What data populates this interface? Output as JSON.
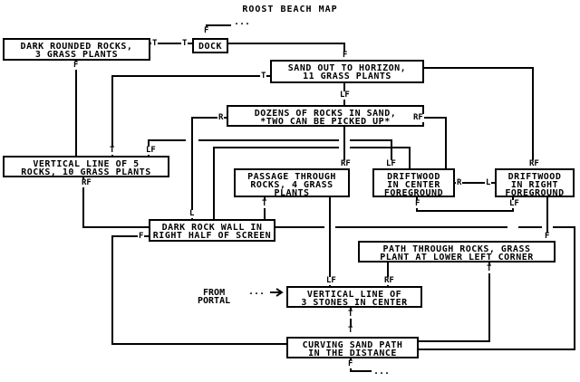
{
  "title": "ROOST BEACH MAP",
  "nodes": {
    "dark_rounded": "DARK ROUNDED ROCKS,\n3 GRASS PLANTS",
    "dock": "DOCK",
    "sand_horizon": "SAND OUT TO HORIZON,\n11 GRASS PLANTS",
    "dozens_rocks": "DOZENS OF ROCKS IN SAND,\n*TWO CAN BE PICKED UP*",
    "vertical_five": "VERTICAL LINE OF 5\nROCKS, 10 GRASS PLANTS",
    "passage": "PASSAGE THROUGH\nROCKS, 4 GRASS\nPLANTS",
    "driftwood_center": "DRIFTWOOD\nIN CENTER\nFOREGROUND",
    "driftwood_right": "DRIFTWOOD\nIN RIGHT\nFOREGROUND",
    "dark_wall": "DARK ROCK WALL IN\nRIGHT HALF OF SCREEN",
    "path_rocks": "PATH THROUGH ROCKS, GRASS\nPLANT AT LOWER LEFT CORNER",
    "vertical_three": "VERTICAL LINE OF\n3 STONES IN CENTER",
    "curving": "CURVING SAND PATH\nIN THE DISTANCE"
  },
  "from_portal": "FROM\nPORTAL",
  "ellipsis": "...",
  "edge_labels": {
    "T": "T",
    "F": "F",
    "L": "L",
    "R": "R",
    "LF": "LF",
    "RF": "RF"
  },
  "edges": [
    {
      "from": "dark_rounded",
      "to": "dock",
      "labels": [
        "T",
        "T"
      ]
    },
    {
      "from": "dock",
      "to": "offscreen",
      "labels": [
        "F"
      ]
    },
    {
      "from": "dock",
      "to": "sand_horizon",
      "labels": [
        "F"
      ]
    },
    {
      "from": "dark_rounded",
      "to": "vertical_five",
      "labels": [
        "F"
      ]
    },
    {
      "from": "sand_horizon",
      "to": "vertical_five",
      "labels": [
        "T",
        "T"
      ]
    },
    {
      "from": "sand_horizon",
      "to": "dozens_rocks",
      "labels": [
        "LF"
      ]
    },
    {
      "from": "sand_horizon",
      "to": "driftwood_right",
      "labels": [
        "RF"
      ]
    },
    {
      "from": "dozens_rocks",
      "to": "dark_wall",
      "labels": [
        "R",
        "L"
      ]
    },
    {
      "from": "dozens_rocks",
      "to": "passage",
      "labels": [
        "RF"
      ]
    },
    {
      "from": "dozens_rocks",
      "to": "driftwood_center",
      "labels": [
        "RF"
      ]
    },
    {
      "from": "vertical_five",
      "to": "driftwood_center",
      "labels": [
        "LF",
        "LF"
      ]
    },
    {
      "from": "vertical_five",
      "to": "dark_wall",
      "labels": [
        "RF"
      ]
    },
    {
      "from": "passage",
      "to": "dark_wall",
      "labels": [
        "T"
      ]
    },
    {
      "from": "passage",
      "to": "vertical_three",
      "labels": [
        "LF"
      ]
    },
    {
      "from": "driftwood_center",
      "to": "driftwood_right",
      "labels": [
        "R",
        "L"
      ]
    },
    {
      "from": "driftwood_center",
      "to": "driftwood_right",
      "labels": [
        "F",
        "LF"
      ]
    },
    {
      "from": "driftwood_right",
      "to": "path_rocks",
      "labels": [
        "F"
      ]
    },
    {
      "from": "dark_wall",
      "to": "curving",
      "labels": [
        "F"
      ]
    },
    {
      "from": "path_rocks",
      "to": "vertical_three",
      "labels": [
        "RF"
      ]
    },
    {
      "from": "path_rocks",
      "to": "curving",
      "labels": [
        "T"
      ]
    },
    {
      "from": "vertical_three",
      "to": "curving",
      "labels": [
        "T",
        "T"
      ]
    },
    {
      "from": "curving",
      "to": "offscreen",
      "labels": [
        "F"
      ]
    }
  ]
}
